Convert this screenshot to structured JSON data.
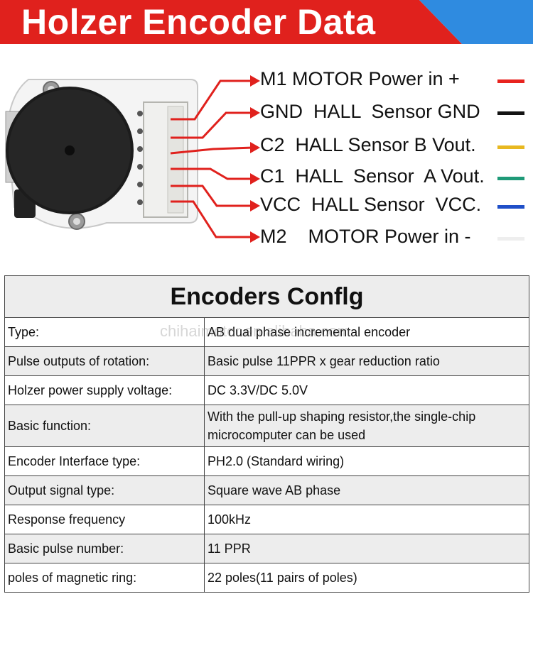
{
  "header": {
    "title": "Holzer Encoder Data"
  },
  "colors": {
    "banner_red": "#e0211d",
    "banner_blue": "#2f8be0",
    "arrow_red": "#e0211d"
  },
  "pins": [
    {
      "label": "M1 MOTOR Power in +",
      "wire_color": "#e8231f",
      "wire": "red"
    },
    {
      "label": "GND  HALL  Sensor GND",
      "wire_color": "#141414",
      "wire": "black"
    },
    {
      "label": "C2  HALL Sensor B Vout.",
      "wire_color": "#e8b820",
      "wire": "yellow"
    },
    {
      "label": "C1  HALL  Sensor  A Vout.",
      "wire_color": "#1f9a78",
      "wire": "green"
    },
    {
      "label": "VCC  HALL Sensor  VCC.",
      "wire_color": "#1f4fc8",
      "wire": "blue"
    },
    {
      "label": "M2    MOTOR Power in -",
      "wire_color": "#eeeeee",
      "wire": "white"
    }
  ],
  "config": {
    "title": "Encoders Conflg",
    "rows": [
      {
        "key": "Type:",
        "value": "AB dual phase incremental encoder"
      },
      {
        "key": "Pulse outputs of rotation:",
        "value": "Basic pulse 11PPR x gear reduction ratio"
      },
      {
        "key": "Holzer power supply voltage:",
        "value": "DC 3.3V/DC 5.0V"
      },
      {
        "key": "Basic function:",
        "value": "With the pull-up shaping resistor,the single-chip microcomputer can be used"
      },
      {
        "key": "Encoder Interface type:",
        "value": "PH2.0 (Standard  wiring)"
      },
      {
        "key": "Output signal type:",
        "value": "Square wave AB phase"
      },
      {
        "key": "Response frequency",
        "value": "100kHz"
      },
      {
        "key": "Basic pulse number:",
        "value": "11 PPR"
      },
      {
        "key": "poles of magnetic ring:",
        "value": "22 poles(11 pairs of poles)"
      }
    ]
  },
  "watermark": "chihaimotor.en.alibaba.com"
}
